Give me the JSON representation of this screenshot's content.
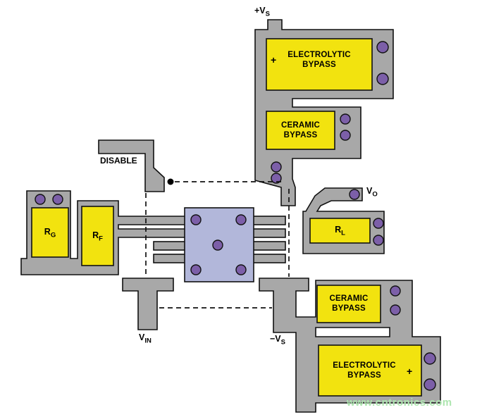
{
  "diagram": {
    "kind": "pcb-layout",
    "colors": {
      "copper": "#a8a8a8",
      "component": "#f2e30f",
      "ic": "#b2b7da",
      "via": "#7c5fa8",
      "outline": "#111111",
      "watermark": "#aee6b0"
    },
    "labels": {
      "vs_plus": {
        "main": "+V",
        "sub": "S"
      },
      "disable": {
        "main": "DISABLE"
      },
      "vo": {
        "main": "V",
        "sub": "O"
      },
      "vin": {
        "main": "V",
        "sub": "IN"
      },
      "vs_minus": {
        "main": "−V",
        "sub": "S"
      },
      "rg": {
        "main": "R",
        "sub": "G"
      },
      "rf": {
        "main": "R",
        "sub": "F"
      },
      "rl": {
        "main": "R",
        "sub": "L"
      }
    },
    "components": {
      "electrolytic_top": {
        "line1": "ELECTROLYTIC",
        "line2": "BYPASS",
        "polarity": "+"
      },
      "ceramic_top": {
        "line1": "CERAMIC",
        "line2": "BYPASS"
      },
      "ceramic_bottom": {
        "line1": "CERAMIC",
        "line2": "BYPASS"
      },
      "electrolytic_bottom": {
        "line1": "ELECTROLYTIC",
        "line2": "BYPASS",
        "polarity": "+"
      }
    },
    "watermark": "www.cntronics.com"
  }
}
